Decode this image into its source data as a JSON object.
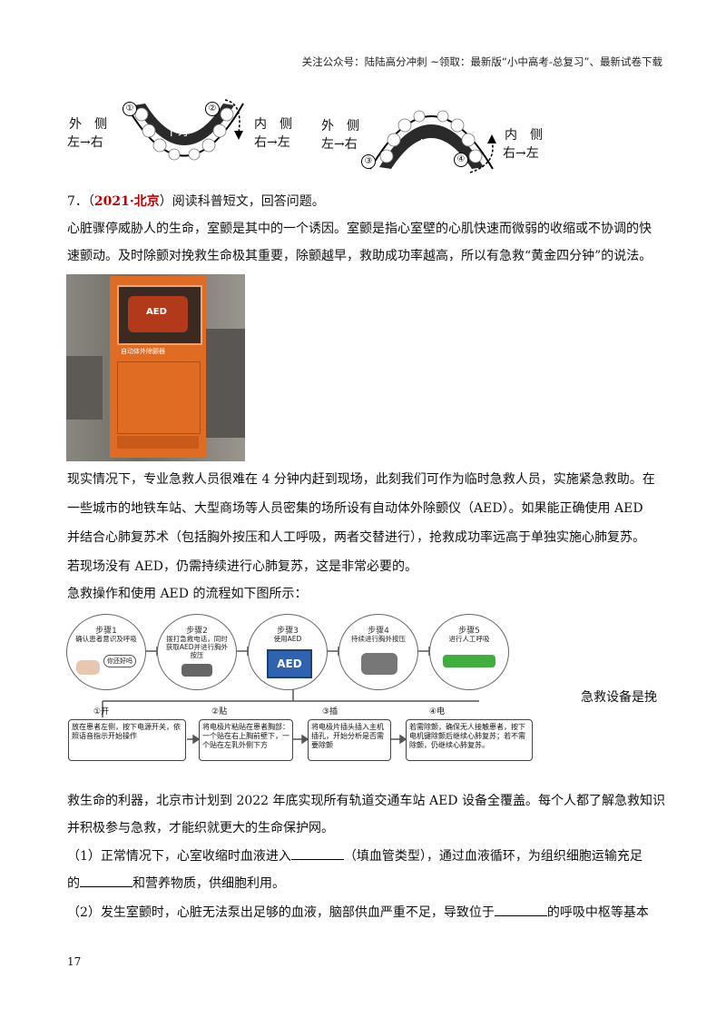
{
  "header": "关注公众号：陆陆高分冲刺   ~领取：最新版“小中高考-总复习”、最新试卷下载",
  "teeth": {
    "lower": {
      "outer": "外　侧",
      "outer_dir": "左→右",
      "inner": "内　侧",
      "inner_dir": "右→左",
      "label": "下牙",
      "n1": "①",
      "n2": "②"
    },
    "upper": {
      "outer": "外　侧",
      "outer_dir": "左→右",
      "inner": "内　侧",
      "inner_dir": "右→左",
      "label": "上牙",
      "n3": "③",
      "n4": "④"
    }
  },
  "question": {
    "num": "7．（",
    "source": "2021·北京",
    "tail": "）阅读科普短文，回答问题。"
  },
  "paras": {
    "p1a": "心脏骤停威胁人的生命，室颤是其中的一个诱因。室颤是指心室壁的心肌快速而微弱的收缩或不协调的快",
    "p1b": "速颤动。及时除颤对挽救生命极其重要，除颤越早，救助成功率越高，所以有急救“黄金四分钟”的说法。",
    "p2a": "现实情况下，专业急救人员很难在 4 分钟内赶到现场，此刻我们可作为临时急救人员，实施紧急救助。在",
    "p2b": "一些城市的地铁车站、大型商场等人员密集的场所设有自动体外除颤仪（AED）。如果能正确使用 AED",
    "p2c": "并结合心肺复苏术（包括胸外按压和人工呼吸，两者交替进行），抢救成功率远高于单独实施心肺复苏。",
    "p2d": "若现场没有 AED，仍需持续进行心肺复苏，这是非常必要的。",
    "p3": "急救操作和使用 AED 的流程如下图所示：",
    "side": "急救设备是挽",
    "p4a": "救生命的利器，北京市计划到 2022 年底实现所有轨道交通车站 AED 设备全覆盖。每个人都了解急救知识",
    "p4b": "并积极参与急救，才能织就更大的生命保护网。",
    "q1a": "（1）正常情况下，心室收缩时血液进入",
    "q1b": "（填血管类型），通过血液循环，为组织细胞运输充足",
    "q1c": "的",
    "q1d": "和营养物质，供细胞利用。",
    "q2a": "（2）发生室颤时，心脏无法泵出足够的血液，脑部供血严重不足，导致位于",
    "q2b": "的呼吸中枢等基本"
  },
  "photo": {
    "sign": "AED",
    "panel": "自动体外除颤器"
  },
  "flow": {
    "steps": [
      {
        "head": "步骤1",
        "text": "确认患者意识及呼吸",
        "bubble": "你还好吗"
      },
      {
        "head": "步骤2",
        "text": "拨打急救电话，同时获取AED并进行胸外按压"
      },
      {
        "head": "步骤3",
        "text": "使用AED",
        "sign": "AED"
      },
      {
        "head": "步骤4",
        "text": "持续进行胸外按压"
      },
      {
        "head": "步骤5",
        "text": "进行人工呼吸"
      }
    ],
    "subs": [
      {
        "label": "①开",
        "text": "放在患者左侧，按下电源开关，依照语音指示开始操作"
      },
      {
        "label": "②贴",
        "text": "将电极片粘贴在患者胸部：一个贴在右上胸前壁下，一个贴在左乳外侧下方"
      },
      {
        "label": "③插",
        "text": "将电极片插头插入主机插孔，开始分析是否需要除颤"
      },
      {
        "label": "④电",
        "text": "若需除颤，确保无人接触患者，按下电机键除颤后继续心肺复苏；若不需除颤，仍继续心肺复苏。"
      }
    ]
  },
  "page_number": "17",
  "colors": {
    "accent_red": "#c00000",
    "aed_orange": "#e06b23"
  }
}
